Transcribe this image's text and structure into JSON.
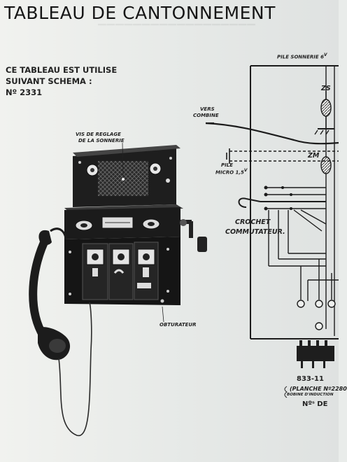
{
  "document": {
    "title": "TABLEAU DE CANTONNEMENT",
    "note_lines": [
      "CE TABLEAU EST UTILISE",
      "SUIVANT SCHEMA :",
      "Nº 2331"
    ]
  },
  "labels": {
    "vis_line1": "VIS DE REGLAGE",
    "vis_line2": "DE LA SONNERIE",
    "obturateur": "OBTURATEUR",
    "vers_line1": "VERS",
    "vers_line2": "COMBINE",
    "pile_sonnerie": "PILE SONNERIE 6",
    "pile_sonnerie_unit": "V",
    "pile_micro_line1": "PILE",
    "pile_micro_line2": "MICRO 1,5",
    "pile_micro_unit": "V",
    "zs": "ZS",
    "zm": "ZM",
    "crochet": "CROCHET",
    "commutateur": "COMMUTATEUR.",
    "bobine_number": "833-11",
    "planche": "(PLANCHE Nº2280",
    "bobine_induction": "BOBINE D'INDUCTION",
    "nos_de": "Nºˢ DE"
  }
}
